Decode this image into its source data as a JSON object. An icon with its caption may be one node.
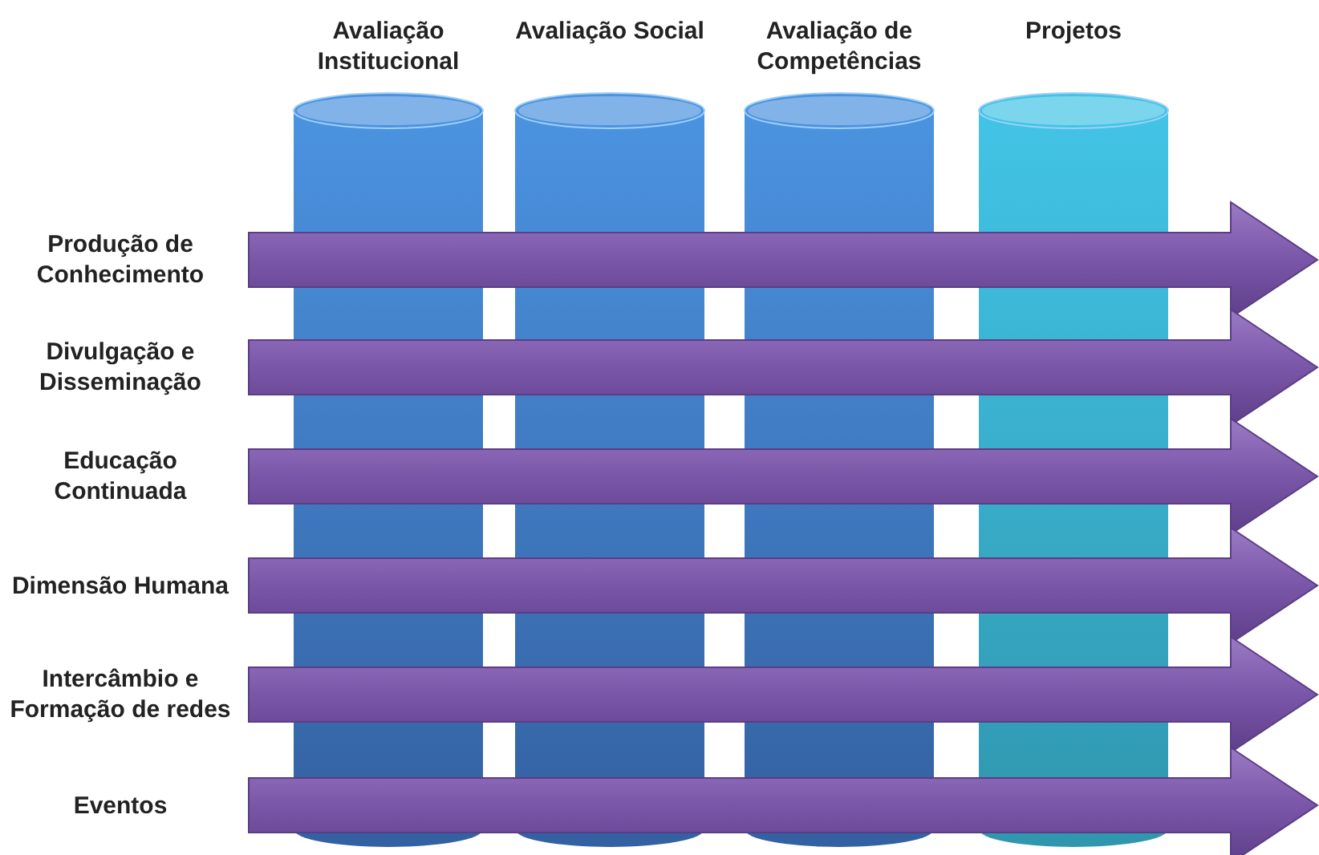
{
  "diagram": {
    "nodes": [
      {
        "text": [
          "Avaliação Institucional"
        ]
      },
      {
        "text": [
          "Avaliação Social"
        ]
      },
      {
        "text": [
          "Avaliação de Competências"
        ]
      },
      {
        "text": [
          "Projetos"
        ]
      },
      {
        "text": [
          "Produção de Conhecimento"
        ]
      },
      {
        "text": [
          "Divulgação e Disseminação"
        ]
      },
      {
        "text": [
          "Educação Continuada"
        ]
      },
      {
        "text": [
          "Dimensão Humana"
        ]
      },
      {
        "text": [
          "Intercâmbio e Formação de redes"
        ]
      },
      {
        "text": [
          "Eventos"
        ]
      }
    ]
  }
}
